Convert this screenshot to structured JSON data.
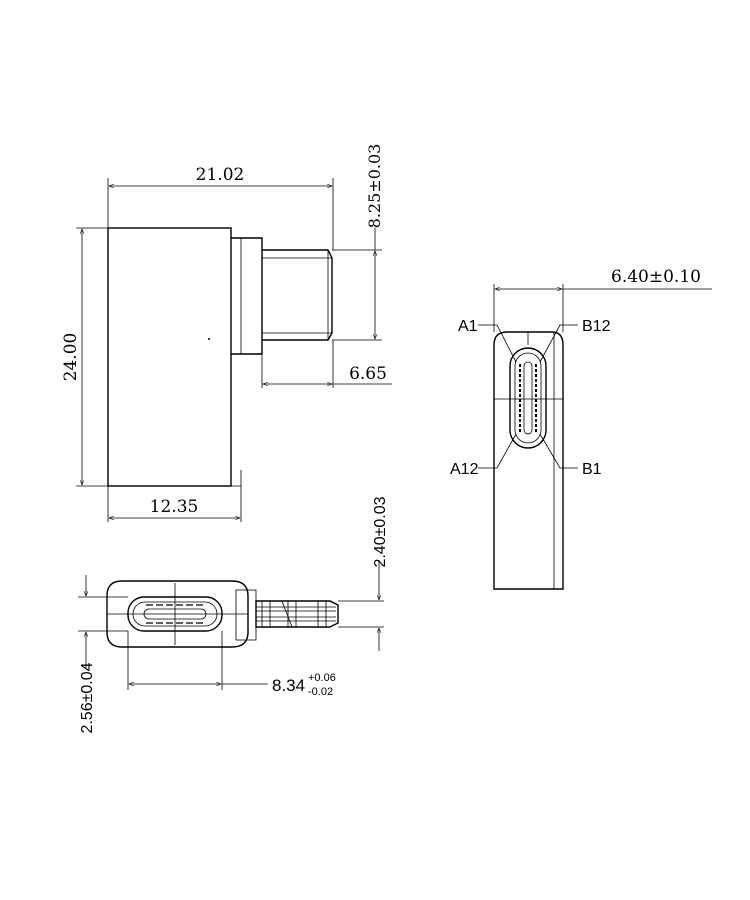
{
  "side_view": {
    "dim_length": "21.02",
    "dim_height": "24.00",
    "dim_base": "12.35",
    "dim_plug_height": "8.25±0.03",
    "dim_plug_length": "6.65"
  },
  "bottom_view": {
    "dim_plug_thickness": "2.40±0.03",
    "dim_socket_height": "2.56±0.04",
    "dim_socket_width_base": "8.34",
    "dim_socket_width_tol_upper": "+0.06",
    "dim_socket_width_tol_lower": "-0.02"
  },
  "front_view": {
    "dim_width": "6.40±0.10",
    "pin_labels": {
      "a1": "A1",
      "b12": "B12",
      "a12": "A12",
      "b1": "B1"
    }
  }
}
